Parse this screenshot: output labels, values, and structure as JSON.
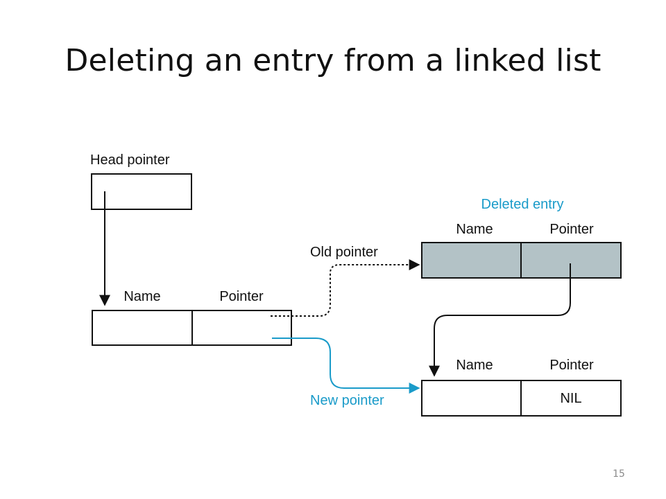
{
  "slide": {
    "title": "Deleting an entry from a linked list",
    "page_number": "15"
  },
  "diagram": {
    "head_pointer_label": "Head pointer",
    "first_entry": {
      "name_label": "Name",
      "pointer_label": "Pointer"
    },
    "deleted_entry": {
      "caption": "Deleted entry",
      "name_label": "Name",
      "pointer_label": "Pointer"
    },
    "last_entry": {
      "name_label": "Name",
      "pointer_label": "Pointer",
      "pointer_value": "NIL"
    },
    "old_pointer_label": "Old pointer",
    "new_pointer_label": "New pointer"
  },
  "colors": {
    "accent": "#1a9bc9",
    "deleted_fill": "#b3c2c6",
    "line": "#111111"
  }
}
